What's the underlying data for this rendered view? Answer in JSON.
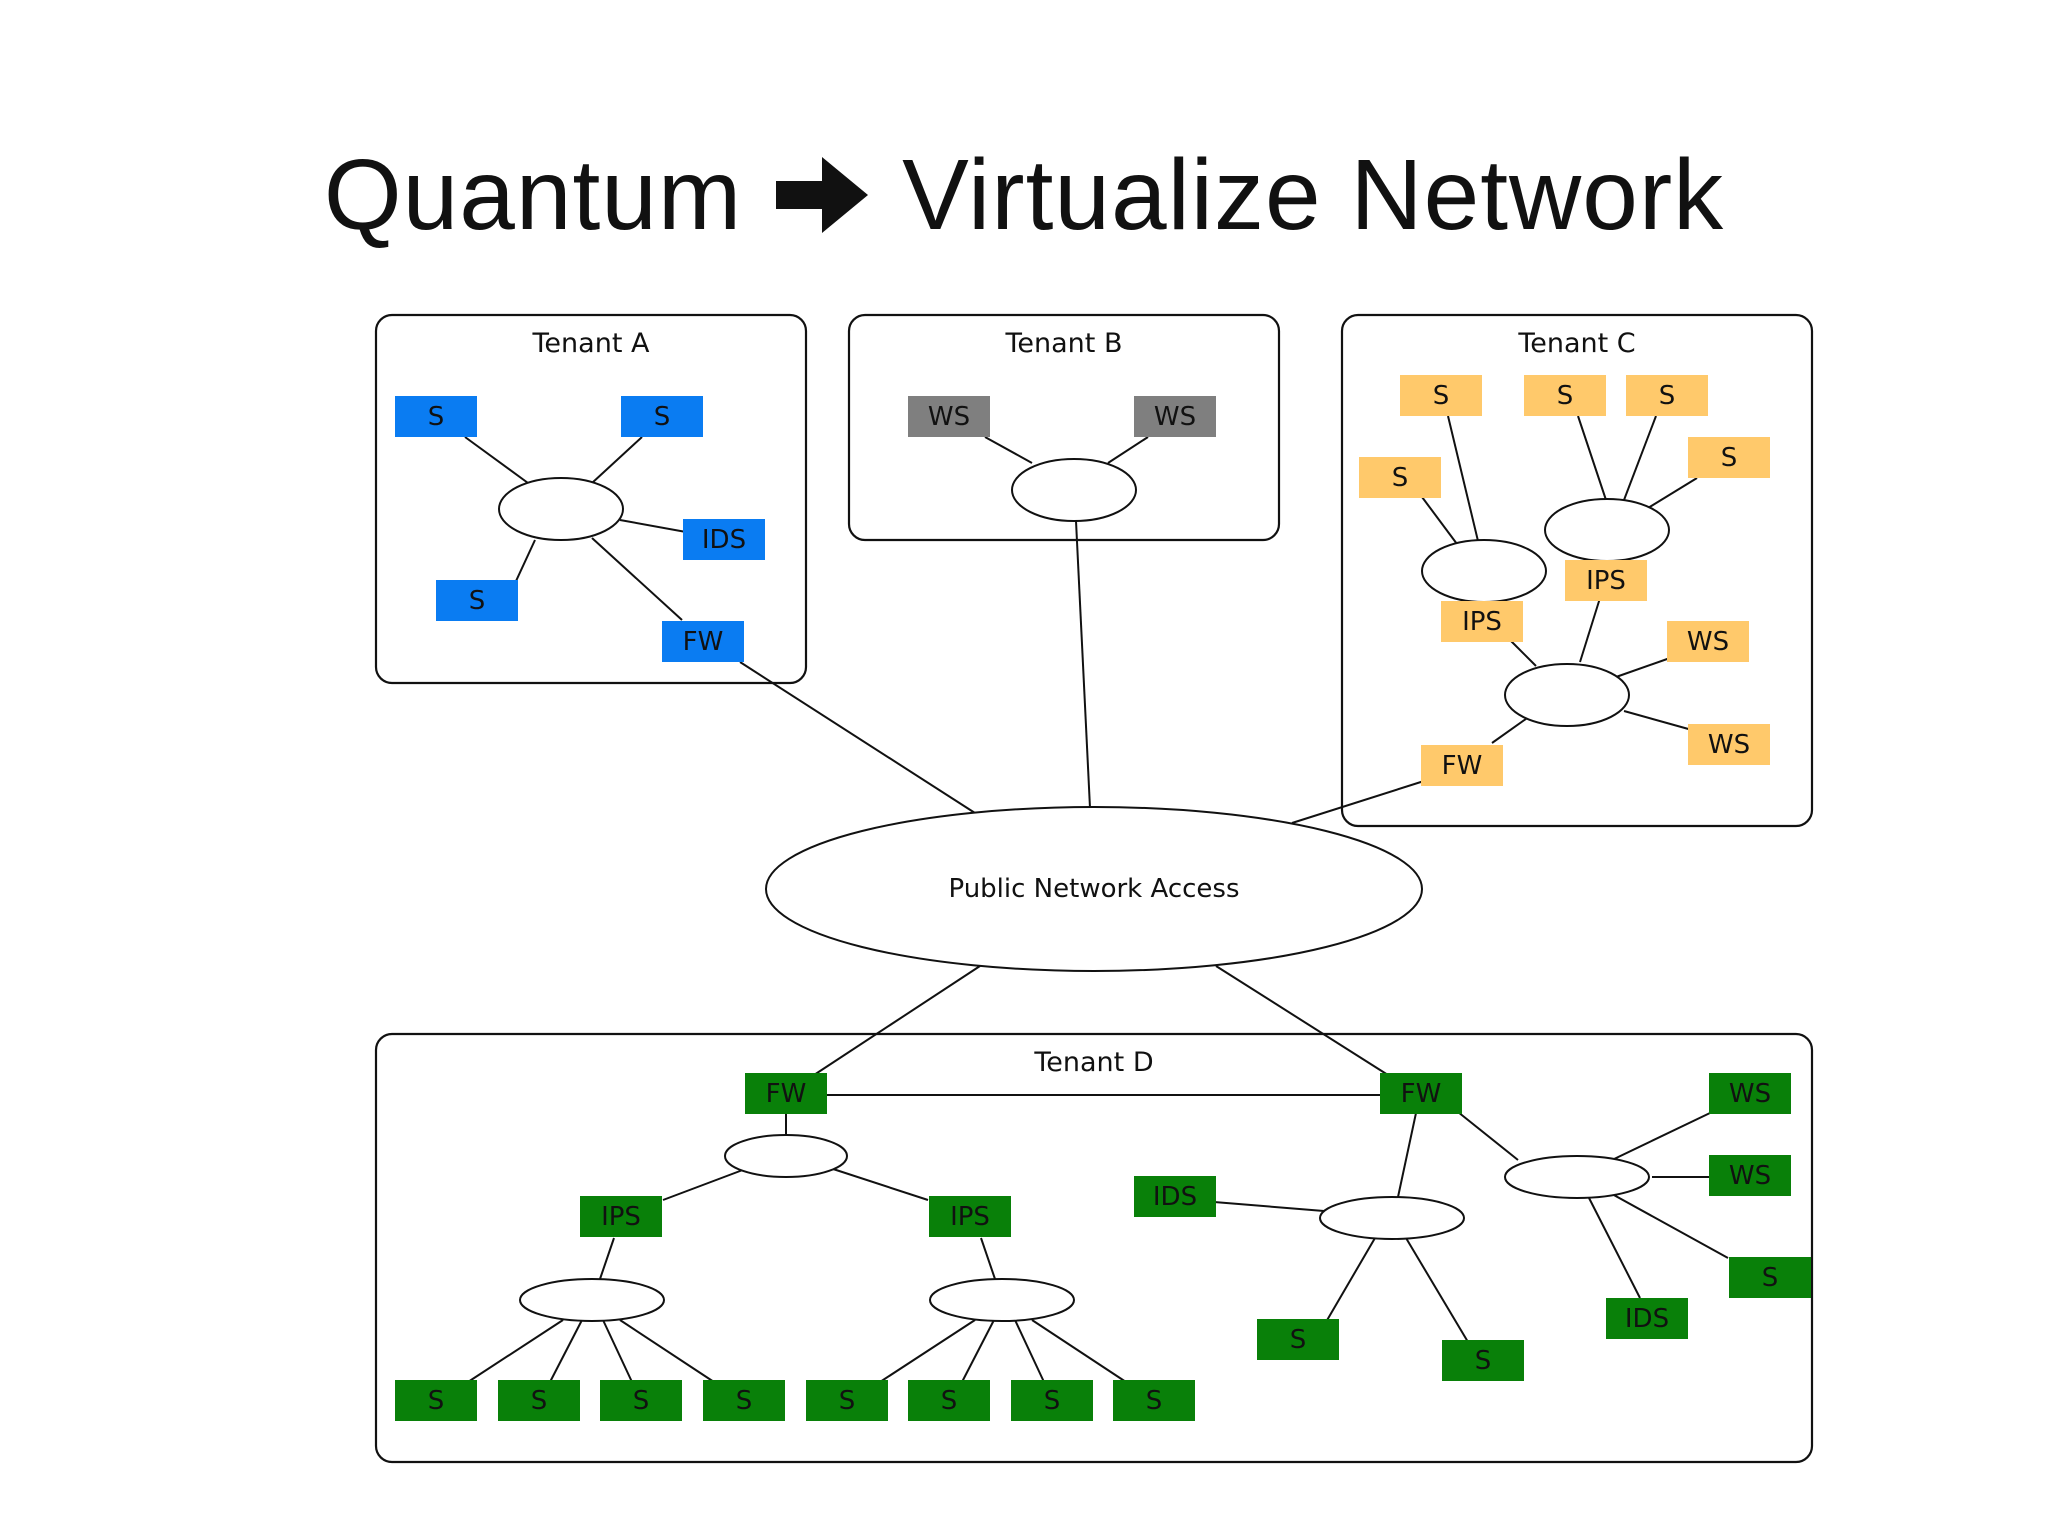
{
  "title": {
    "left": "Quantum",
    "arrow_icon": "bold-right-arrow-icon",
    "right": "Virtualize Network"
  },
  "colors": {
    "tenant_a": "#0a7cf2",
    "tenant_b": "#7f7f7f",
    "tenant_c": "#ffc96b",
    "tenant_d": "#098009",
    "line": "#111111"
  },
  "tenants": {
    "a": {
      "label": "Tenant A",
      "nodes": [
        "S",
        "S",
        "IDS",
        "S",
        "FW"
      ]
    },
    "b": {
      "label": "Tenant B",
      "nodes": [
        "WS",
        "WS"
      ]
    },
    "c": {
      "label": "Tenant C",
      "nodes": [
        "S",
        "S",
        "S",
        "S",
        "S",
        "IPS",
        "IPS",
        "WS",
        "WS",
        "FW"
      ]
    },
    "d": {
      "label": "Tenant D",
      "nodes": [
        "FW",
        "FW",
        "IPS",
        "IPS",
        "S",
        "S",
        "S",
        "S",
        "S",
        "S",
        "S",
        "S",
        "IDS",
        "S",
        "S",
        "WS",
        "WS",
        "S",
        "IDS"
      ]
    }
  },
  "public_network": {
    "label": "Public Network Access"
  }
}
